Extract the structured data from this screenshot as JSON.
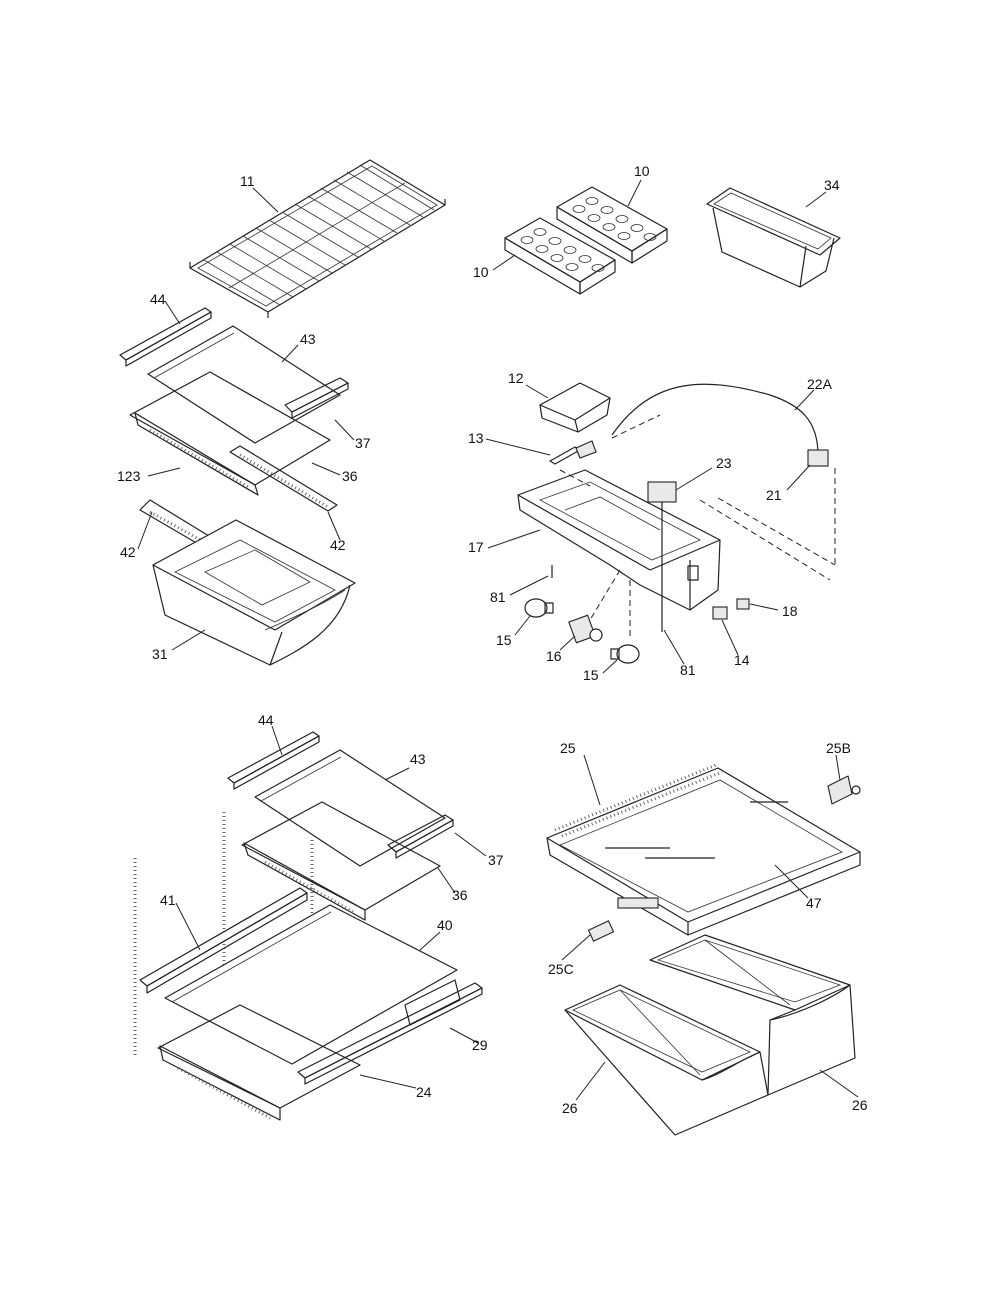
{
  "callouts": {
    "c11": "11",
    "c10a": "10",
    "c10b": "10",
    "c34": "34",
    "c44a": "44",
    "c43a": "43",
    "c37a": "37",
    "c36a": "36",
    "c123": "123",
    "c42a": "42",
    "c42b": "42",
    "c31": "31",
    "c12": "12",
    "c22A": "22A",
    "c13": "13",
    "c23": "23",
    "c21": "21",
    "c17": "17",
    "c81a": "81",
    "c18": "18",
    "c15a": "15",
    "c16": "16",
    "c14": "14",
    "c81b": "81",
    "c15b": "15",
    "c44b": "44",
    "c43b": "43",
    "c37b": "37",
    "c36b": "36",
    "c41": "41",
    "c40": "40",
    "c29": "29",
    "c24": "24",
    "c25": "25",
    "c25B": "25B",
    "c47": "47",
    "c25C": "25C",
    "c26a": "26",
    "c26b": "26"
  }
}
